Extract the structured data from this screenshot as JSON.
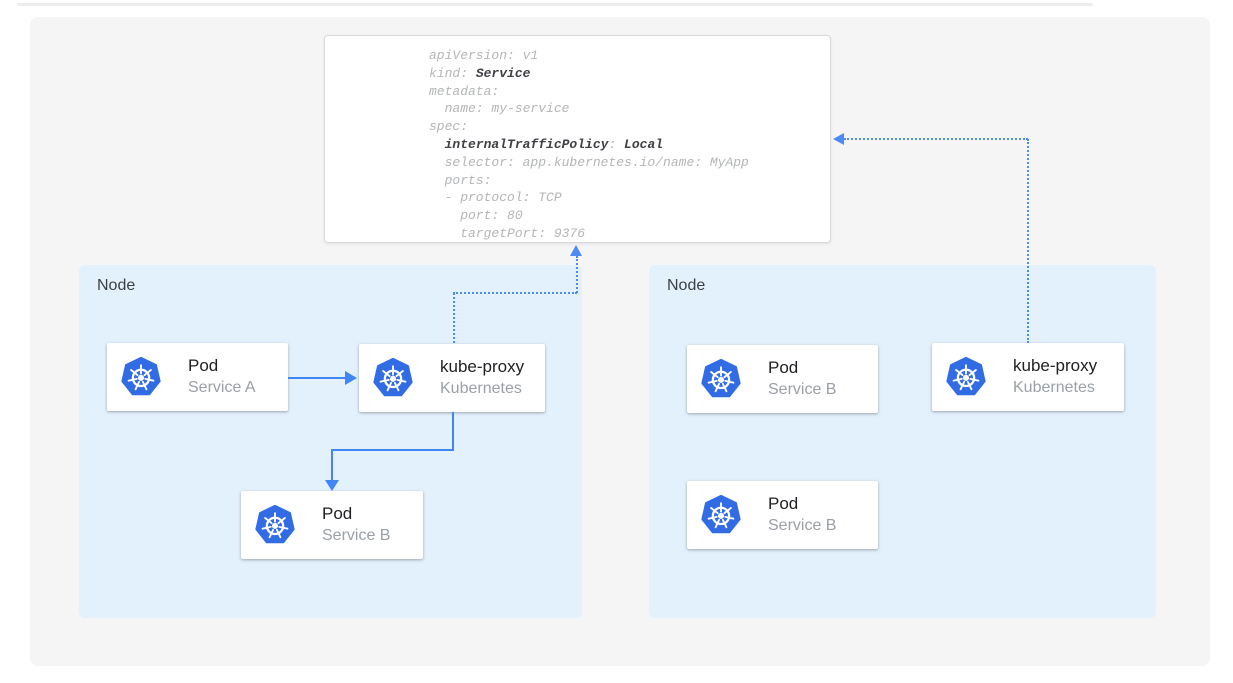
{
  "colors": {
    "accent_blue": "#4285f4",
    "dotted_blue": "#4c8bf5",
    "kubernetes_blue": "#326ce5",
    "node_bg": "#e3f1fd",
    "panel_bg": "#f5f5f6",
    "code_gray": "#b3b5b7",
    "code_dark": "#3f4145"
  },
  "yaml_box": {
    "lines": [
      [
        {
          "text": "apiVersion: v1",
          "bold": false
        }
      ],
      [
        {
          "text": "kind: ",
          "bold": false
        },
        {
          "text": "Service",
          "bold": true
        }
      ],
      [
        {
          "text": "metadata:",
          "bold": false
        }
      ],
      [
        {
          "text": "  name: my-service",
          "bold": false
        }
      ],
      [
        {
          "text": "spec:",
          "bold": false
        }
      ],
      [
        {
          "text": "  ",
          "bold": false
        },
        {
          "text": "internalTrafficPolicy",
          "bold": true
        },
        {
          "text": ": ",
          "bold": false
        },
        {
          "text": "Local",
          "bold": true
        }
      ],
      [
        {
          "text": "  selector: app.kubernetes.io/name: MyApp",
          "bold": false
        }
      ],
      [
        {
          "text": "  ports:",
          "bold": false
        }
      ],
      [
        {
          "text": "  - protocol: TCP",
          "bold": false
        }
      ],
      [
        {
          "text": "    port: 80",
          "bold": false
        }
      ],
      [
        {
          "text": "    targetPort: 9376",
          "bold": false
        }
      ]
    ]
  },
  "nodes": [
    {
      "label": "Node",
      "cards": [
        {
          "title": "Pod",
          "subtitle": "Service A"
        },
        {
          "title": "kube-proxy",
          "subtitle": "Kubernetes"
        },
        {
          "title": "Pod",
          "subtitle": "Service B"
        }
      ]
    },
    {
      "label": "Node",
      "cards": [
        {
          "title": "Pod",
          "subtitle": "Service B"
        },
        {
          "title": "kube-proxy",
          "subtitle": "Kubernetes"
        },
        {
          "title": "Pod",
          "subtitle": "Service B"
        }
      ]
    }
  ]
}
